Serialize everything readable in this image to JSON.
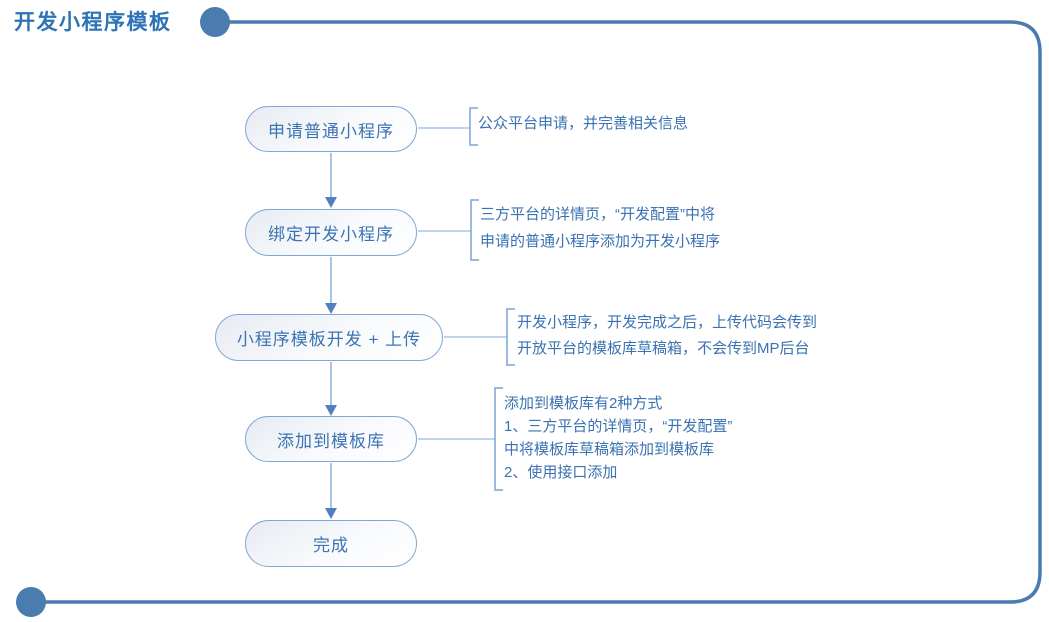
{
  "title": "开发小程序模板",
  "diagram": {
    "steps": [
      {
        "label": "申请普通小程序",
        "notes": [
          "公众平台申请，并完善相关信息"
        ]
      },
      {
        "label": "绑定开发小程序",
        "notes": [
          "三方平台的详情页，“开发配置”中将",
          "申请的普通小程序添加为开发小程序"
        ]
      },
      {
        "label": "小程序模板开发 + 上传",
        "notes": [
          "开发小程序，开发完成之后，上传代码会传到",
          "开放平台的模板库草稿箱，不会传到MP后台"
        ]
      },
      {
        "label": "添加到模板库",
        "notes": [
          "添加到模板库有2种方式",
          "1、三方平台的详情页，“开发配置”",
          "中将模板库草稿箱添加到模板库",
          "2、使用接口添加"
        ]
      },
      {
        "label": "完成",
        "notes": []
      }
    ],
    "colors": {
      "accent": "#4a7cb0",
      "title_text": "#2d73b5",
      "node_border": "#7fa8d9",
      "node_text": "#3c74b3",
      "note_text": "#3a72b2",
      "connector": "#aac6e6",
      "arrowhead": "#4f81bd"
    }
  }
}
